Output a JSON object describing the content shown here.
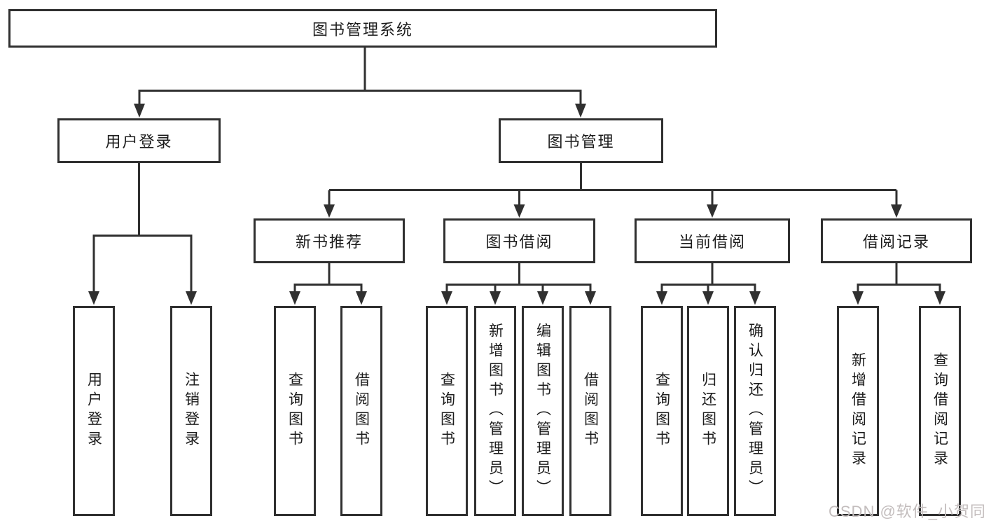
{
  "diagram": {
    "root": {
      "label": "图书管理系统"
    },
    "user_login": {
      "label": "用户登录",
      "children": [
        "用户登录",
        "注销登录"
      ]
    },
    "book_management": {
      "label": "图书管理",
      "sections": [
        {
          "label": "新书推荐",
          "children": [
            "查询图书",
            "借阅图书"
          ]
        },
        {
          "label": "图书借阅",
          "children": [
            "查询图书",
            "新增图书（管理员）",
            "编辑图书（管理员）",
            "借阅图书"
          ]
        },
        {
          "label": "当前借阅",
          "children": [
            "查询图书",
            "归还图书",
            "确认归还（管理员）"
          ]
        },
        {
          "label": "借阅记录",
          "children": [
            "新增借阅记录",
            "查询借阅记录"
          ]
        }
      ]
    }
  },
  "watermark": {
    "text": "CSDN @软件_小贺同学"
  },
  "colors": {
    "line": "#303030",
    "box_border": "#303030",
    "text": "#1c1c1c",
    "watermark": "#c3bdbd",
    "background": "#ffffff"
  }
}
